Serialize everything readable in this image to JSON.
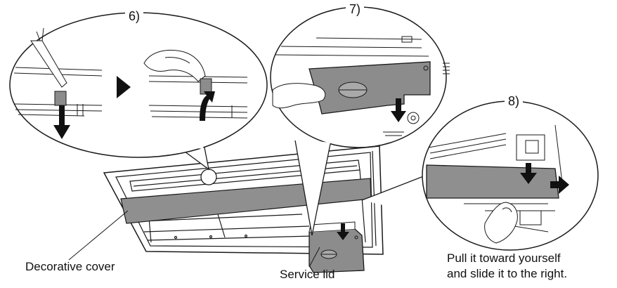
{
  "steps": {
    "step6": "6)",
    "step7": "7)",
    "step8": "8)"
  },
  "labels": {
    "decorative_cover": "Decorative cover",
    "service_lid": "Service lid",
    "instruction_line1": "Pull it toward yourself",
    "instruction_line2": "and slide it to the right."
  },
  "colors": {
    "line": "#1a1a1a",
    "cover_fill": "#8f8f8f",
    "lid_fill": "#8c8c8c",
    "arrow": "#111111"
  }
}
